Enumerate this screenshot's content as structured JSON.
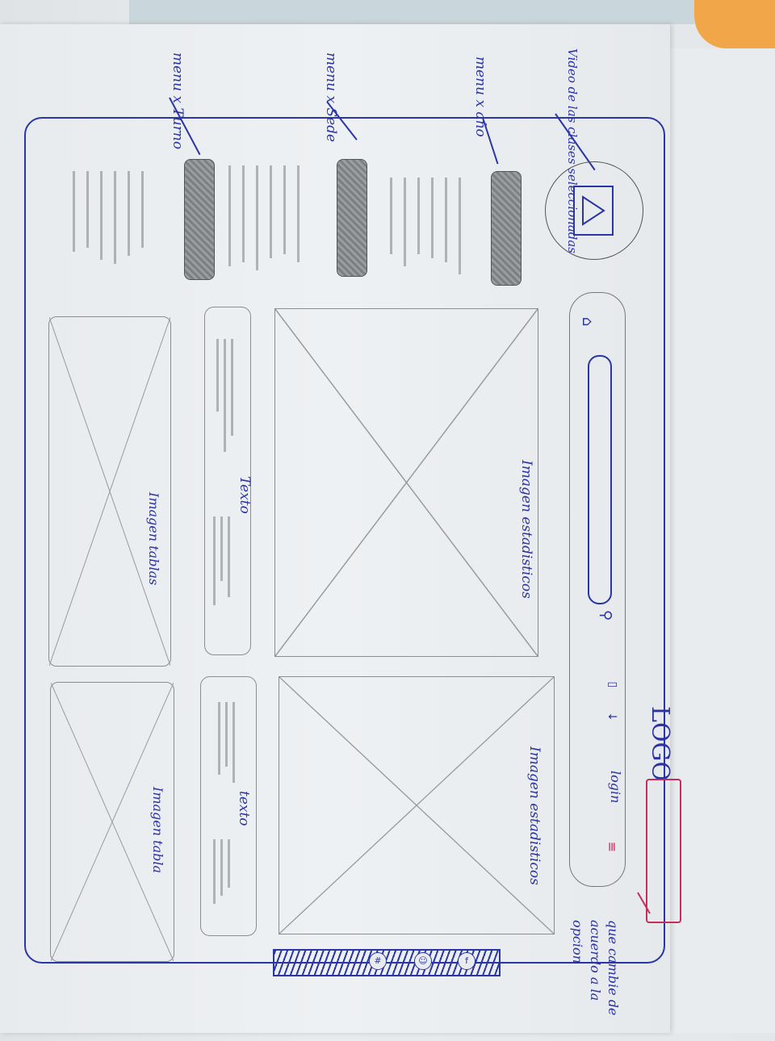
{
  "sidebar": {
    "video_note": "Video de las clases seleccionadas",
    "menu_year": "menu x año",
    "menu_seat": "menu x Sede",
    "menu_turn": "menu x Turno"
  },
  "main": {
    "img_stats_1": "Imagen estadisticos",
    "img_stats_2": "Imagen estadisticos",
    "text_1": "Texto",
    "text_2": "texto",
    "img_table_1": "Imagen tablas",
    "img_table_2": "Imagen tabla"
  },
  "header": {
    "logo": "LOGO",
    "login": "login",
    "note": "que cambie de acuerdo a la opcion"
  }
}
